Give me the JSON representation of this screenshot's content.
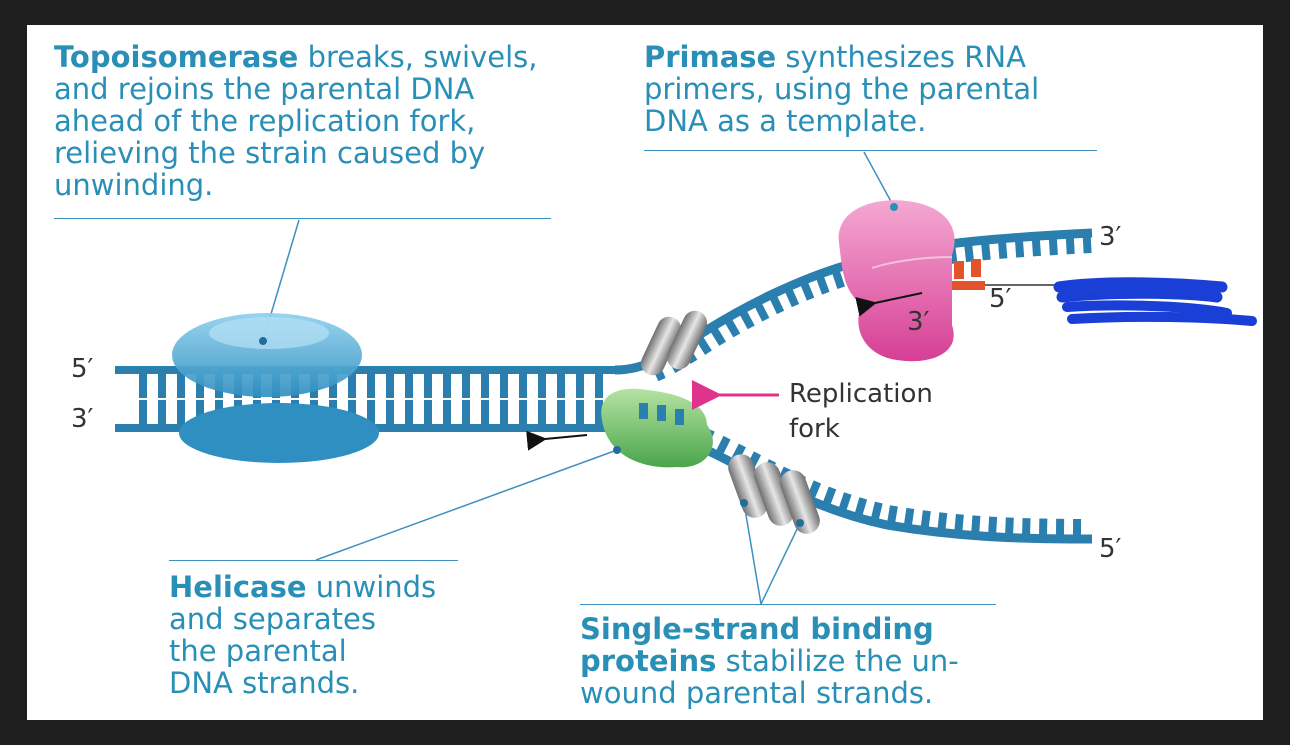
{
  "captions": {
    "topoisomerase": {
      "term": "Topoisomerase",
      "lines": [
        " breaks, swivels,",
        "and rejoins the parental DNA",
        "ahead of the replication fork,",
        "relieving the strain caused by",
        "unwinding."
      ]
    },
    "primase": {
      "term": "Primase",
      "lines": [
        " synthesizes RNA",
        "primers, using the parental",
        "DNA as a template."
      ]
    },
    "helicase": {
      "term": "Helicase",
      "lines": [
        " unwinds",
        "and separates",
        "the parental",
        "DNA strands."
      ]
    },
    "ssb": {
      "term": "Single-strand binding",
      "term2": "proteins",
      "lines": [
        " stabilize the un-",
        "wound parental strands."
      ]
    }
  },
  "labels": {
    "left_top_5prime": "5′",
    "left_bottom_3prime": "3′",
    "upper_strand_3prime": "3′",
    "primer_5prime": "5′",
    "primer_3prime": "3′",
    "lower_strand_5prime": "5′",
    "replication_fork": "Replication",
    "replication_fork_2": "fork"
  },
  "colors": {
    "caption_text": "#2a8fb7",
    "dna_strand": "#2a7fae",
    "topoisomerase": "#5ab0d8",
    "helicase": "#7cc576",
    "primase": "#e05fa6",
    "rna_primer": "#e2532b",
    "ssb_protein": "#9a9a9a",
    "fork_arrow": "#e0348c",
    "scribble": "#1a3fd6"
  },
  "icons": {
    "topoisomerase": "topoisomerase-enzyme-icon",
    "helicase": "helicase-enzyme-icon",
    "primase": "primase-enzyme-icon",
    "ssb": "ssb-protein-icon"
  }
}
